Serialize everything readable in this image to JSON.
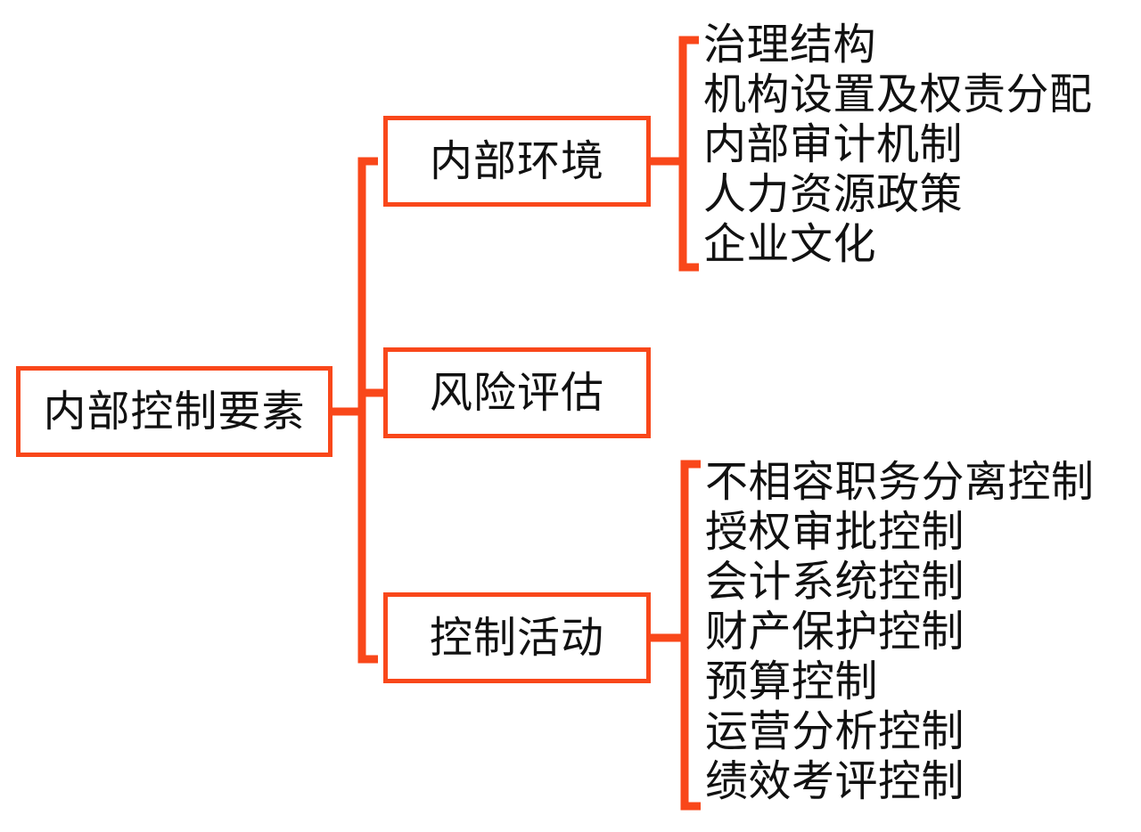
{
  "diagram": {
    "title": "内部控制要素",
    "type": "bracket-tree",
    "orientation": "left-to-right",
    "colors": {
      "connector": "#f9471a",
      "box_border": "#f9471a",
      "text": "#111111",
      "background": "#ffffff"
    },
    "root": {
      "label": "内部控制要素"
    },
    "branches": [
      {
        "label": "内部环境",
        "leaves": [
          "治理结构",
          "机构设置及权责分配",
          "内部审计机制",
          "人力资源政策",
          "企业文化"
        ]
      },
      {
        "label": "风险评估",
        "leaves": []
      },
      {
        "label": "控制活动",
        "leaves": [
          "不相容职务分离控制",
          "授权审批控制",
          "会计系统控制",
          "财产保护控制",
          "预算控制",
          "运营分析控制",
          "绩效考评控制"
        ]
      }
    ]
  }
}
